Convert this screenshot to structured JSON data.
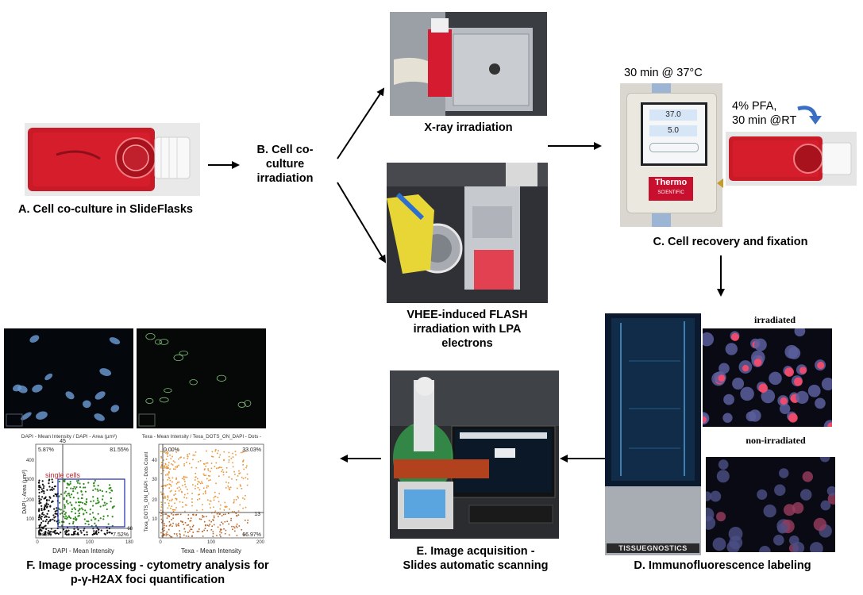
{
  "steps": {
    "a": "A. Cell co-culture in SlideFlasks",
    "b": [
      "B. Cell co-",
      "culture",
      "irradiation"
    ],
    "xray": "X-ray irradiation",
    "vhee": [
      "VHEE-induced FLASH",
      "irradiation with LPA",
      "electrons"
    ],
    "c": "C. Cell recovery and fixation",
    "d": "D. Immunofluorescence labeling",
    "e": [
      "E. Image acquisition -",
      "Slides automatic scanning"
    ],
    "f": [
      "F. Image processing - cytometry analysis for",
      "p-γ-H2AX foci quantification"
    ]
  },
  "conditions": {
    "incubation": "30 min @ 37°C",
    "fixation": [
      "4% PFA,",
      "30 min @RT"
    ]
  },
  "incubator": {
    "brand_top": "Thermo",
    "brand_bottom": "SCIENTIFIC",
    "display_temp": "37.0",
    "display_co2": "5.0"
  },
  "microscopy": {
    "irradiated": "irradiated",
    "non_irradiated": "non-irradiated",
    "scanner_brand": "TISSUEGNOSTICS"
  },
  "cytometry": {
    "left": {
      "title": "DAPI - Mean Intensity / DAPI - Area (µm²)",
      "xlabel": "DAPI - Mean Intensity",
      "ylabel": "DAPI - Area (µm²)",
      "gate_label": "single cells",
      "q_top_left": "5.87%",
      "q_top_right": "81.55%",
      "q_bottom_left": "5.06%",
      "q_bottom_right": "7.52%",
      "thr_top": "45",
      "thr_right": "68",
      "xticks": [
        "0",
        "100",
        "180"
      ],
      "yticks": [
        "400",
        "300",
        "200",
        "100"
      ]
    },
    "right": {
      "title": "Texa - Mean Intensity / Texa_DOTS_ON_DAPI - Dots -",
      "xlabel": "Texa - Mean Intensity",
      "ylabel": "Texa_DOTS_ON_DAPI - Dots Count",
      "q_top_left": "0.00%",
      "q_top_right": "33.03%",
      "q_bottom_right": "66.97%",
      "thr_right": "13",
      "xticks": [
        "0",
        "100",
        "200"
      ],
      "yticks": [
        "40",
        "30",
        "20",
        "10"
      ]
    }
  },
  "colors": {
    "flask_media": "#d61d2c",
    "dapi_blue": "#6d9cd6",
    "foci_red": "#ff4a6a",
    "gate_blue": "#1f2aa8",
    "dots_green": "#2f8a1c",
    "dots_orange": "#e8963a"
  }
}
